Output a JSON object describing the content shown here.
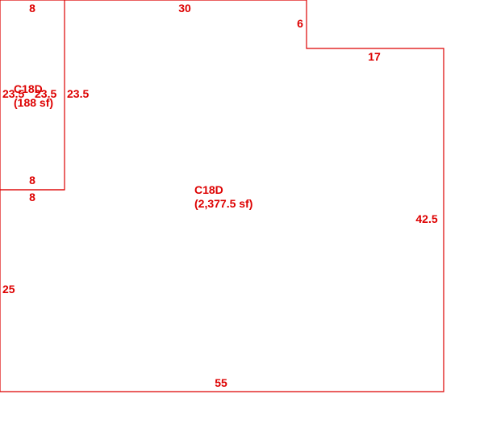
{
  "colors": {
    "line": "#dd0000",
    "text": "#dd0000",
    "background": "#ffffff"
  },
  "areas": {
    "main": {
      "name": "C18D",
      "size": "(2,377.5 sf)"
    },
    "small": {
      "name": "C18D",
      "size": "(188 sf)"
    }
  },
  "dimensions": {
    "main_top": "30",
    "main_step": "6",
    "main_right_top": "17",
    "main_right": "42.5",
    "main_bottom": "55",
    "main_left": "25",
    "main_under_small": "8",
    "small_top": "8",
    "small_bottom": "8",
    "small_left": "23.5",
    "small_right": "23.5",
    "small_right_outer": "23.5"
  }
}
